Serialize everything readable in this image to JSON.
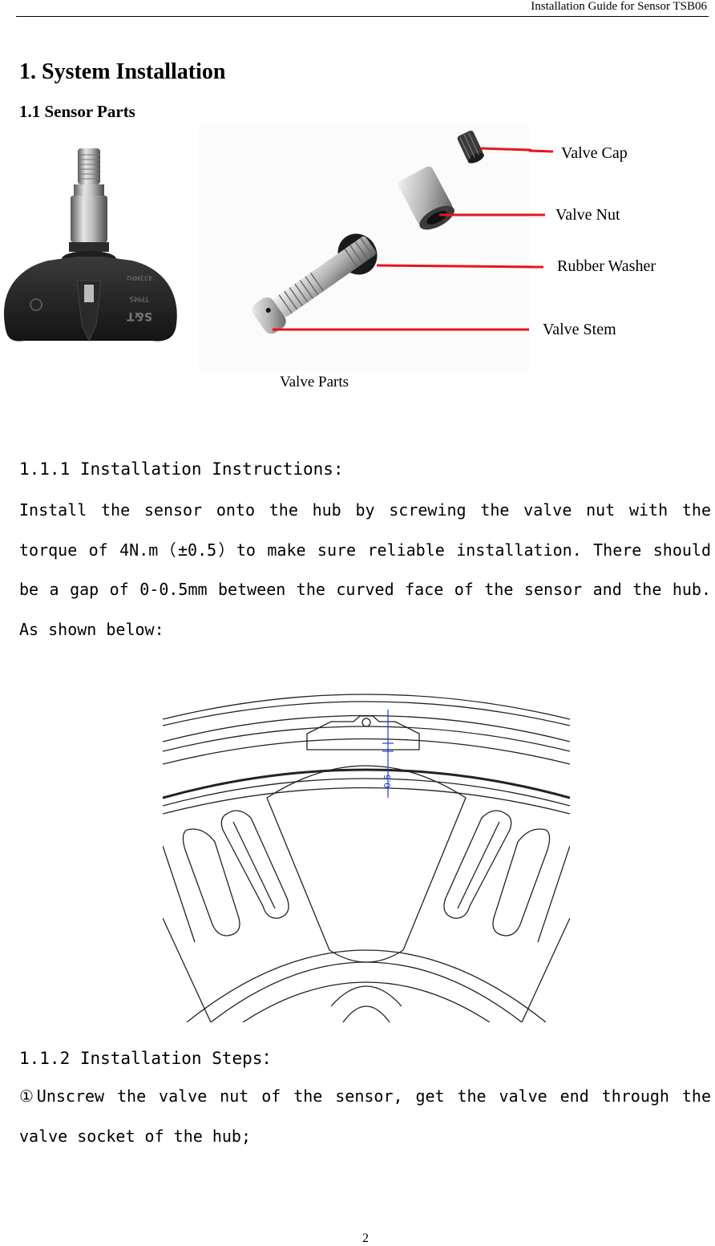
{
  "header": {
    "title": "Installation Guide for Sensor TSB06"
  },
  "section": {
    "heading": "1.  System Installation",
    "subheading": "1.1 Sensor Parts"
  },
  "figure_parts": {
    "callouts": {
      "valve_cap": "Valve Cap",
      "valve_nut": "Valve Nut",
      "rubber_washer": "Rubber Washer",
      "valve_stem": "Valve Stem"
    },
    "caption": "Valve Parts",
    "sensor_markings": [
      "TPMS",
      "S&T",
      "433MHz"
    ],
    "callout_color": "#e8141e"
  },
  "instructions": {
    "heading": "1.1.1  Installation Instructions:",
    "body": "Install the sensor onto the hub by screwing the valve nut with the torque of 4N.m（±0.5）to make sure reliable installation. There should be a gap of 0-0.5mm between the curved face of the sensor and the hub. As shown below:"
  },
  "figure_hub": {
    "gap_label": "0.5",
    "dimension_color": "#1a3fd6"
  },
  "steps": {
    "heading": "1.1.2 Installation Steps：",
    "items": [
      "①Unscrew the valve nut of the sensor, get the valve end through the valve socket of the hub;"
    ]
  },
  "footer": {
    "page_number": "2"
  }
}
